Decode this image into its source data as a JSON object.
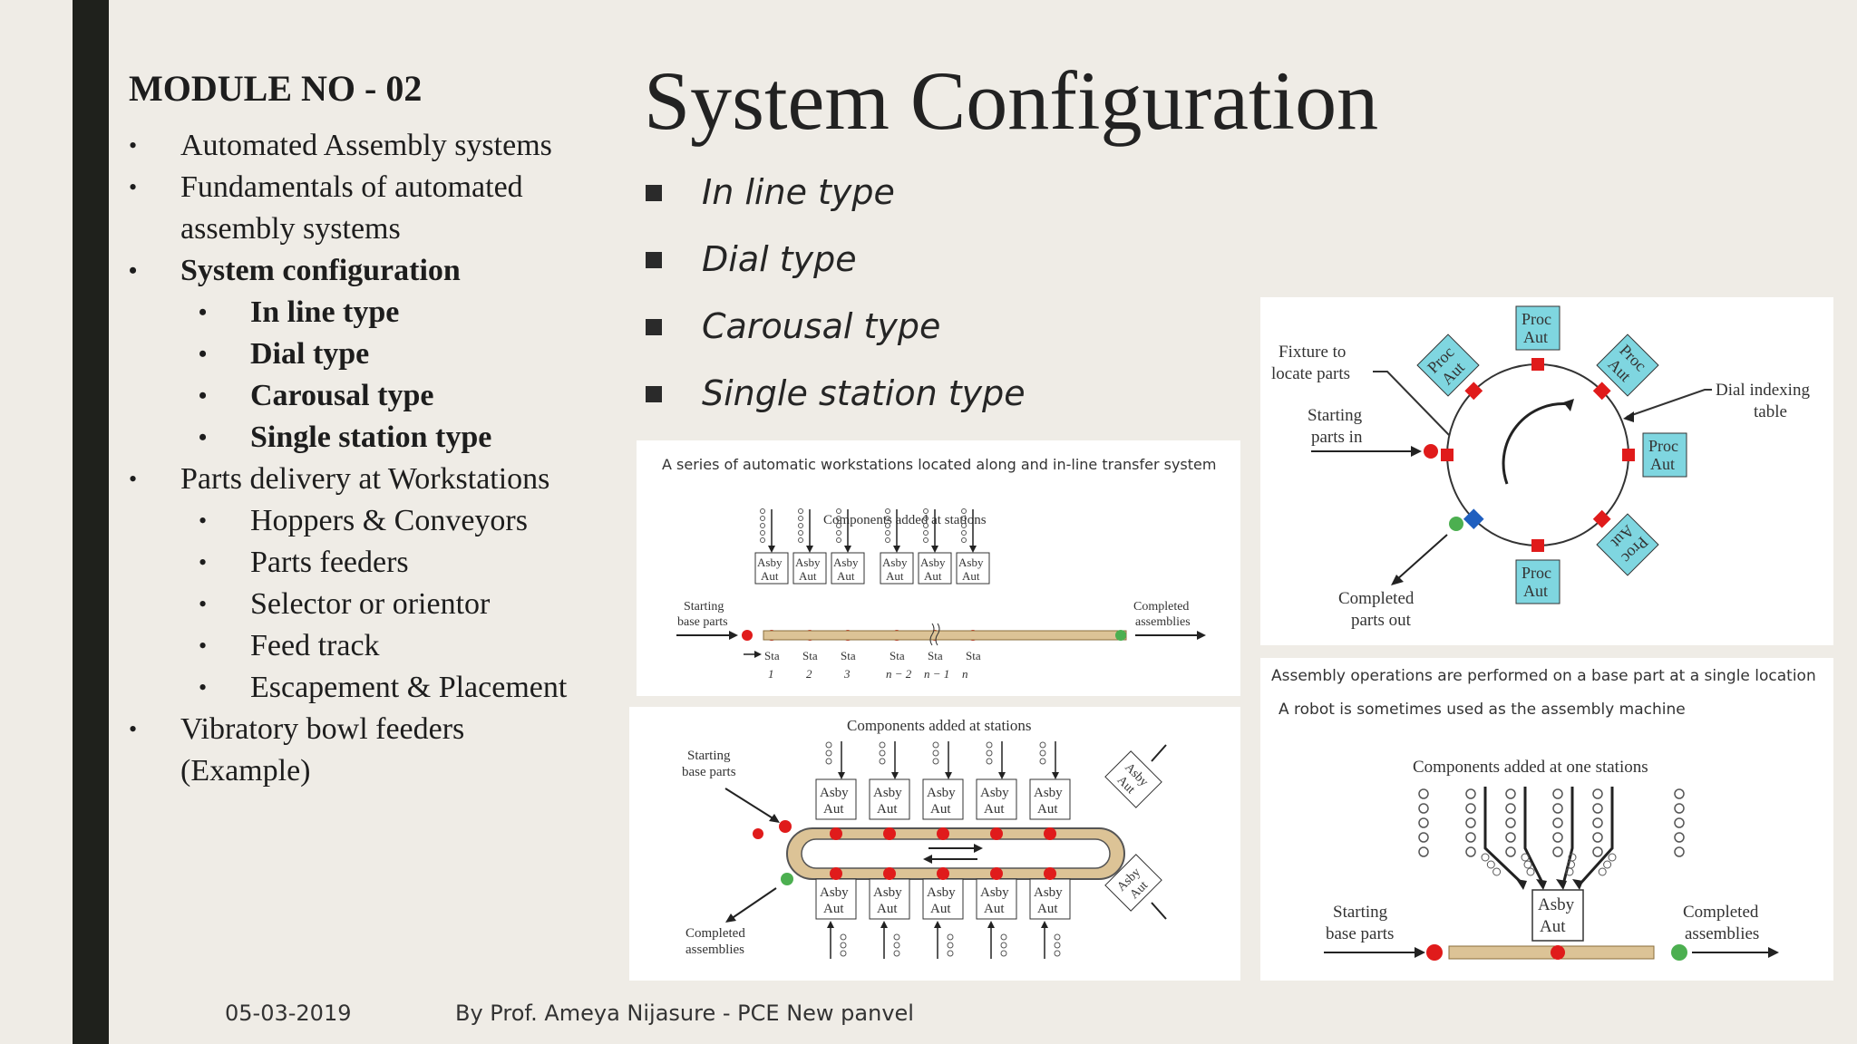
{
  "module": {
    "title": "MODULE NO - 02"
  },
  "outline": [
    {
      "text": "Automated Assembly systems",
      "level": 1,
      "bold": false
    },
    {
      "text": "Fundamentals of automated",
      "level": 1,
      "bold": false
    },
    {
      "text": "assembly systems",
      "level": 1,
      "bold": false,
      "continuation": true
    },
    {
      "text": "System configuration",
      "level": 1,
      "bold": true
    },
    {
      "text": "In line type",
      "level": 2,
      "bold": true
    },
    {
      "text": "Dial type",
      "level": 2,
      "bold": true
    },
    {
      "text": "Carousal type",
      "level": 2,
      "bold": true
    },
    {
      "text": "Single station type",
      "level": 2,
      "bold": true
    },
    {
      "text": "Parts delivery at Workstations",
      "level": 1,
      "bold": false
    },
    {
      "text": "Hoppers & Conveyors",
      "level": 2,
      "bold": false
    },
    {
      "text": "Parts feeders",
      "level": 2,
      "bold": false
    },
    {
      "text": "Selector or orientor",
      "level": 2,
      "bold": false
    },
    {
      "text": "Feed track",
      "level": 2,
      "bold": false
    },
    {
      "text": "Escapement & Placement",
      "level": 2,
      "bold": false
    },
    {
      "text": "Vibratory bowl feeders",
      "level": 1,
      "bold": false
    },
    {
      "text": "(Example)",
      "level": 1,
      "bold": false,
      "continuation": true
    }
  ],
  "slide": {
    "title": "System Configuration",
    "types": [
      "In line type",
      "Dial type",
      "Carousal type",
      "Single station type"
    ]
  },
  "inline_diagram": {
    "caption": "A series of automatic workstations located along and in-line transfer system",
    "components_label": "Components added at stations",
    "asby": "Asby",
    "aut": "Aut",
    "start1": "Starting",
    "start2": "base parts",
    "end1": "Completed",
    "end2": "assemblies",
    "sta": "Sta",
    "station_nums": [
      "1",
      "2",
      "3",
      "n − 2",
      "n − 1",
      "n"
    ]
  },
  "dial_diagram": {
    "proc": "Proc",
    "aut": "Aut",
    "fixture1": "Fixture to",
    "fixture2": "locate parts",
    "start1": "Starting",
    "start2": "parts in",
    "dial1": "Dial indexing",
    "dial2": "table",
    "done1": "Completed",
    "done2": "parts out"
  },
  "carousel_diagram": {
    "components_label": "Components added at stations",
    "start1": "Starting",
    "start2": "base parts",
    "end1": "Completed",
    "end2": "assemblies",
    "asby": "Asby",
    "aut": "Aut"
  },
  "single_diagram": {
    "caption1": "Assembly operations are performed on a base part at a single location",
    "caption2": "A robot is sometimes used as the assembly machine",
    "components_label": "Components added at one stations",
    "asby": "Asby",
    "aut": "Aut",
    "start1": "Starting",
    "start2": "base parts",
    "end1": "Completed",
    "end2": "assemblies"
  },
  "footer": {
    "date": "05-03-2019",
    "author": "By Prof. Ameya Nijasure - PCE New panvel"
  },
  "colors": {
    "red": "#e01b1b",
    "green": "#4caf50",
    "blue": "#1f5fbf",
    "cyan": "#7fd6e0",
    "belt": "#dcc396"
  }
}
